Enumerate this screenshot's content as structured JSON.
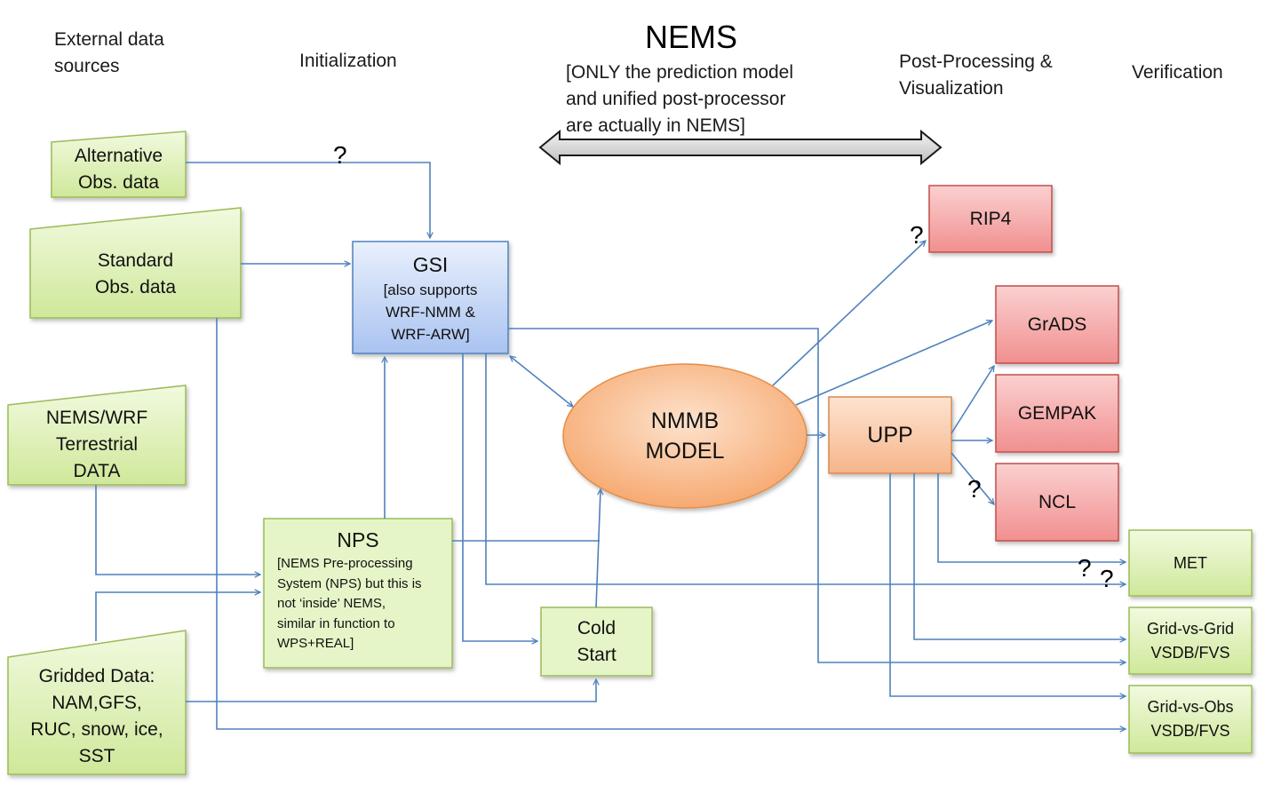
{
  "headers": {
    "external": [
      "External data",
      "sources"
    ],
    "initialization": "Initialization",
    "nems_title": "NEMS",
    "nems_note": [
      "[ONLY the prediction model",
      "and unified post-processor",
      "are actually in NEMS]"
    ],
    "postproc": [
      "Post-Processing &",
      "Visualization"
    ],
    "verification": "Verification"
  },
  "sources": {
    "alternative": [
      "Alternative",
      "Obs.  data"
    ],
    "standard": [
      "Standard",
      "Obs.  data"
    ],
    "terrestrial": [
      "NEMS/WRF",
      "Terrestrial",
      "DATA"
    ],
    "gridded": [
      "Gridded Data:",
      "NAM,GFS,",
      "RUC, snow, ice,",
      "SST"
    ]
  },
  "gsi": {
    "title": "GSI",
    "note": [
      "[also supports",
      "WRF-NMM &",
      "WRF-ARW]"
    ]
  },
  "nps": {
    "title": "NPS",
    "note": [
      "[NEMS Pre-processing",
      "System (NPS) but this is",
      "not ‘inside’ NEMS,",
      "similar in function to",
      "WPS+REAL]"
    ]
  },
  "cold_start": [
    "Cold",
    "Start"
  ],
  "nmmb": [
    "NMMB",
    "MODEL"
  ],
  "upp": "UPP",
  "viz": {
    "rip4": "RIP4",
    "grads": "GrADS",
    "gempak": "GEMPAK",
    "ncl": "NCL"
  },
  "verif": {
    "met": "MET",
    "grid_vs_grid": [
      "Grid-vs-Grid",
      "VSDB/FVS"
    ],
    "grid_vs_obs": [
      "Grid-vs-Obs",
      "VSDB/FVS"
    ]
  },
  "question_mark": "?",
  "colors": {
    "arrow": "#4f81bd",
    "source_fill": "#dff2b8",
    "source_stroke": "#9bbb59",
    "gsi_fill": "#b9cdf2",
    "gsi_stroke": "#4f81bd",
    "nps_fill": "#e4f5c6",
    "nmmb_fill": "#f8b98a",
    "nmmb_stroke": "#e58d45",
    "upp_fill": "#f9c9a7",
    "upp_stroke": "#d8894f",
    "viz_fill": "#f7a9a9",
    "viz_stroke": "#c0504d",
    "verif_fill": "#dff2b8",
    "double_arrow_fill": "#d9d9d9"
  }
}
